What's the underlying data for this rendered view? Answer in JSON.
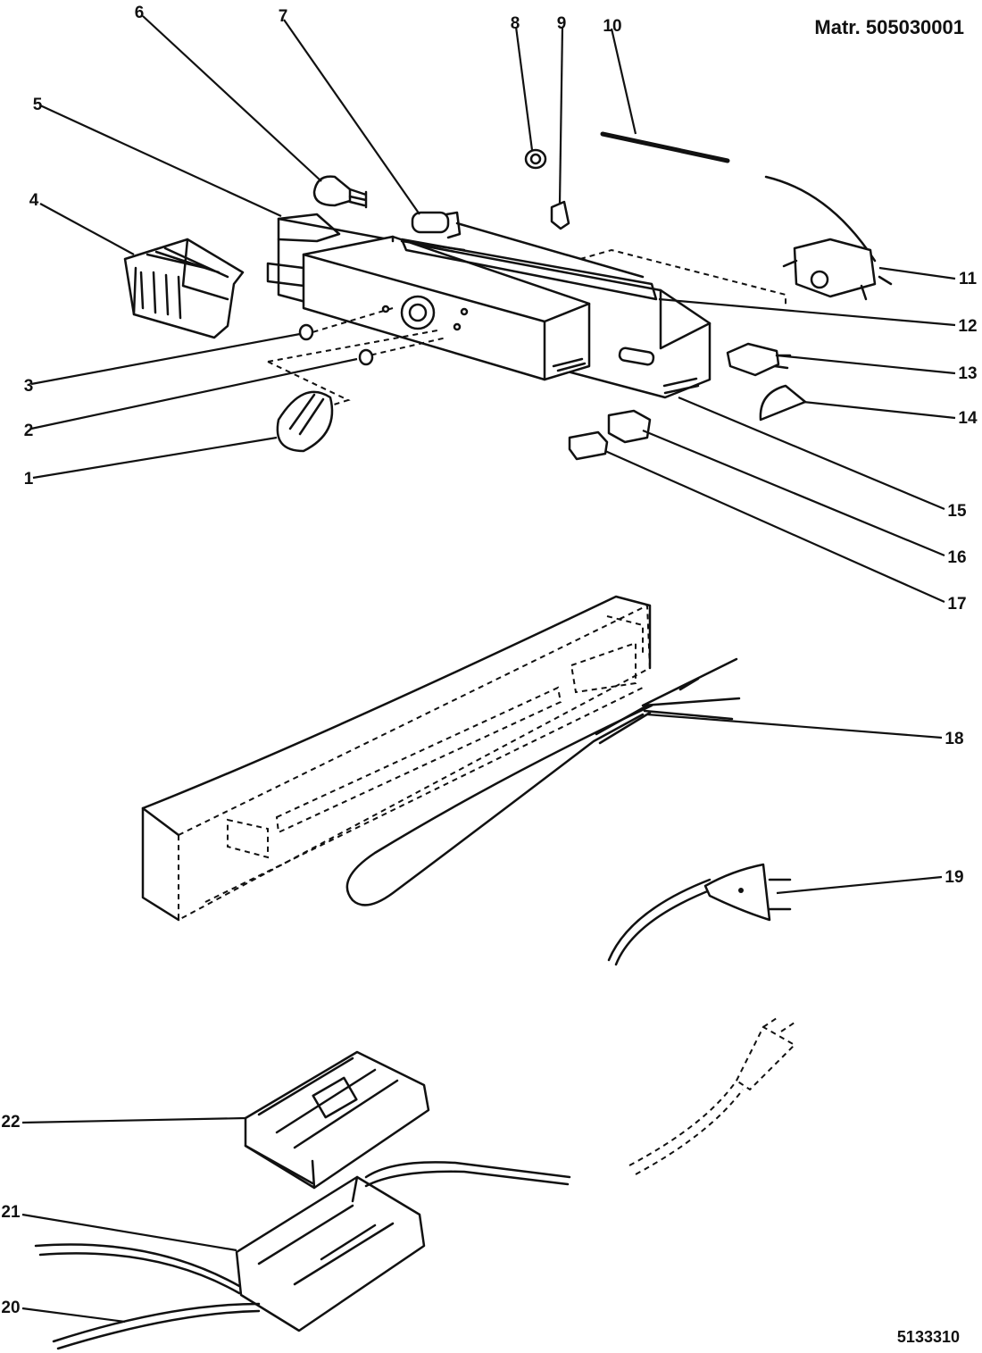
{
  "header": {
    "material_code": "Matr. 505030001"
  },
  "footer": {
    "drawing_code": "5133310"
  },
  "callouts": {
    "c1": "1",
    "c2": "2",
    "c3": "3",
    "c4": "4",
    "c5": "5",
    "c6": "6",
    "c7": "7",
    "c8": "8",
    "c9": "9",
    "c10": "10",
    "c11": "11",
    "c12": "12",
    "c13": "13",
    "c14": "14",
    "c15": "15",
    "c16": "16",
    "c17": "17",
    "c18": "18",
    "c19": "19",
    "c20": "20",
    "c21": "21",
    "c22": "22"
  }
}
